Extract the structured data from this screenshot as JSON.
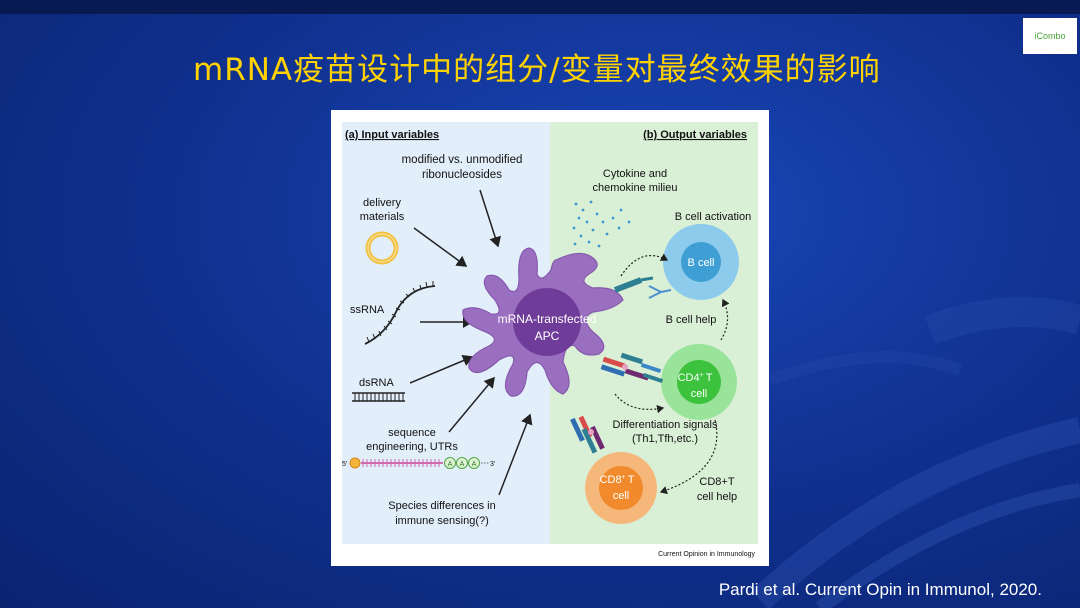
{
  "title": "mRNA疫苗设计中的组分/变量对最终效果的影响",
  "logo": {
    "text": "iCombo"
  },
  "citation": "Pardi et al. Current Opin in Immunol, 2020.",
  "figure": {
    "panel_a_title": "(a) Input variables",
    "panel_b_title": "(b) Output variables",
    "input_labels": {
      "modified_1": "modified vs. unmodified",
      "modified_2": "ribonucleosides",
      "delivery_1": "delivery",
      "delivery_2": "materials",
      "ssrna": "ssRNA",
      "dsrna": "dsRNA",
      "sequence_1": "sequence",
      "sequence_2": "engineering, UTRs",
      "species_1": "Species differences in",
      "species_2": "immune sensing(?)"
    },
    "mrna_strand": {
      "five_prime": "5'",
      "three_prime": "3'",
      "tail": "A"
    },
    "apc_1": "mRNA-transfected",
    "apc_2": "APC",
    "output_labels": {
      "cytokine_1": "Cytokine and",
      "cytokine_2": "chemokine milieu",
      "b_activation": "B cell activation",
      "b_help": "B cell help",
      "diff_1": "Differentiation signals",
      "diff_2": "(Th1,Tfh,etc.)",
      "cd8_help_1": "CD8+T",
      "cd8_help_2": "cell help"
    },
    "cells": {
      "b_cell": "B cell",
      "cd4_main": "CD4",
      "cd4_sup": "+",
      "cd4_t": "T",
      "cd4_cell": "cell",
      "cd8_main": "CD8",
      "cd8_sup": "+",
      "cd8_t": "T",
      "cd8_cell": "cell"
    },
    "source": "Current Opinion in Immunology"
  },
  "colors": {
    "title": "#ffd200",
    "background": "#0f2f8c",
    "panel_a_bg": "#e3eefb",
    "panel_b_bg": "#daf0d6",
    "apc": "#9b6fc0",
    "b_cell": "#5fb3dd",
    "cd4_cell": "#5ccf5c",
    "cd8_cell": "#f39a45"
  }
}
